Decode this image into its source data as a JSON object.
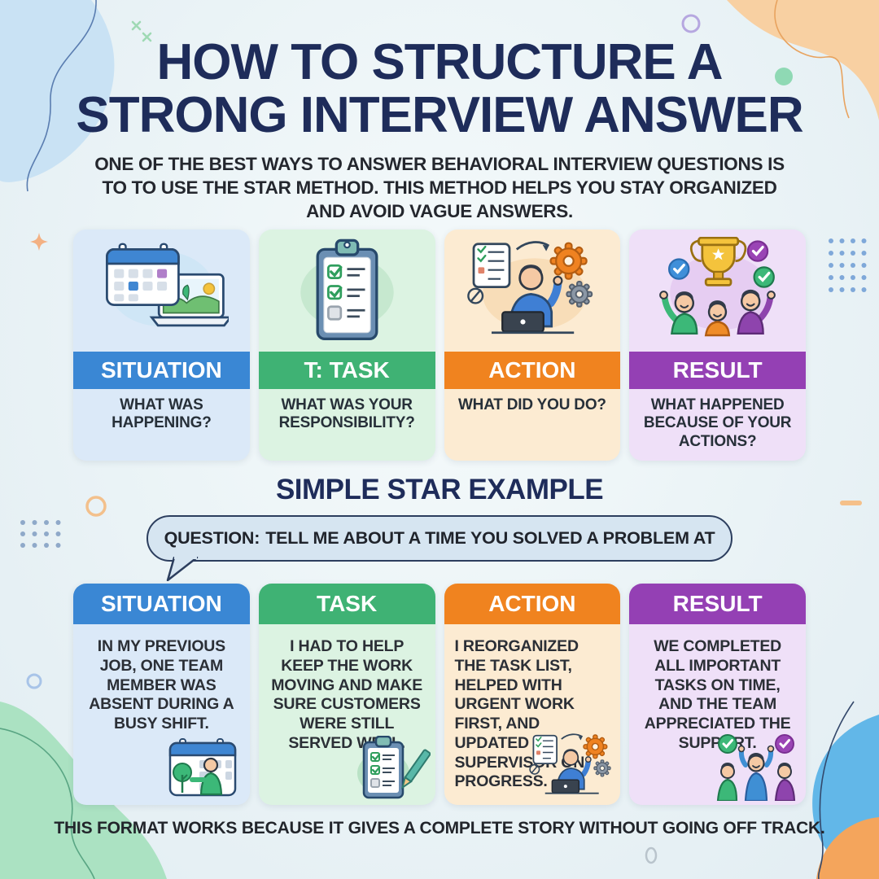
{
  "header": {
    "title": "HOW TO STRUCTURE A STRONG INTERVIEW ANSWER",
    "intro": "ONE OF THE BEST WAYS TO ANSWER BEHAVIORAL INTERVIEW QUESTIONS IS TO TO USE THE STAR METHOD. THIS METHOD HELPS YOU STAY ORGANIZED AND AVOID VAGUE ANSWERS."
  },
  "star_cards": [
    {
      "label": "SITUATION",
      "question": "WHAT WAS HAPPENING?",
      "icon": "calendar-laptop-icon",
      "header_color": "#3a87d4",
      "bg_color": "#dbe9f8"
    },
    {
      "label": "T: TASK",
      "question": "WHAT WAS YOUR RESPONSIBILITY?",
      "icon": "clipboard-checklist-icon",
      "header_color": "#3fb274",
      "bg_color": "#dcf3e2"
    },
    {
      "label": "ACTION",
      "question": "WHAT DID YOU DO?",
      "icon": "person-laptop-gears-icon",
      "header_color": "#f0831f",
      "bg_color": "#fcebd2"
    },
    {
      "label": "RESULT",
      "question": "WHAT HAPPENED BECAUSE OF YOUR ACTIONS?",
      "icon": "trophy-team-icon",
      "header_color": "#9440b4",
      "bg_color": "#efe0f8"
    }
  ],
  "example": {
    "title": "SIMPLE STAR EXAMPLE",
    "question_label": "QUESTION:",
    "question_text": "TELL ME ABOUT A TIME YOU SOLVED A PROBLEM AT"
  },
  "example_cards": [
    {
      "label": "SITUATION",
      "text": "IN MY PREVIOUS JOB, ONE TEAM MEMBER WAS ABSENT DURING A BUSY SHIFT.",
      "icon": "calendar-person-icon",
      "header_color": "#3a87d4",
      "bg_color": "#dbe9f8"
    },
    {
      "label": "TASK",
      "text": "I HAD TO HELP KEEP THE WORK MOVING AND MAKE SURE CUSTOMERS WERE STILL SERVED WELL.",
      "icon": "clipboard-pencil-icon",
      "header_color": "#3fb274",
      "bg_color": "#dcf3e2"
    },
    {
      "label": "ACTION",
      "text": "I REORGANIZED THE TASK LIST, HELPED WITH URGENT WORK FIRST, AND UPDATED MY SUPERVISOR ON PROGRESS.",
      "icon": "person-laptop-gears-icon",
      "header_color": "#f0831f",
      "bg_color": "#fcebd2"
    },
    {
      "label": "RESULT",
      "text": "WE COMPLETED ALL IMPORTANT TASKS ON TIME, AND THE TEAM APPRECIATED THE SUPPORT.",
      "icon": "team-cheering-icon",
      "header_color": "#9440b4",
      "bg_color": "#efe0f8"
    }
  ],
  "footer": {
    "text": "THIS FORMAT WORKS BECAUSE IT GIVES A COMPLETE STORY WITHOUT GOING OFF TRACK."
  },
  "colors": {
    "background": "#eaf3f6",
    "title_navy": "#1e2c5a",
    "situation_blue": "#3a87d4",
    "task_green": "#3fb274",
    "action_orange": "#f0831f",
    "result_purple": "#9440b4",
    "bubble_bg": "#d6e5f1",
    "bubble_border": "#2c3e5e"
  }
}
